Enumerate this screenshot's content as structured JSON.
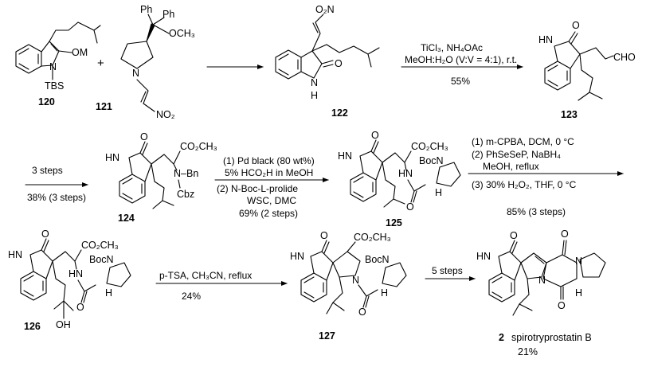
{
  "compounds": {
    "c120": {
      "number": "120",
      "om": "OM",
      "tbs": "TBS",
      "n": "N"
    },
    "c121": {
      "number": "121",
      "plus": "+",
      "ph1": "Ph",
      "ph2": "Ph",
      "och3": "OCH₃",
      "n": "N",
      "no2": "NO₂"
    },
    "c122": {
      "number": "122",
      "o2n": "O₂N",
      "o": "O",
      "n": "N",
      "h": "H"
    },
    "c123": {
      "number": "123",
      "hn": "HN",
      "o": "O",
      "cho": "CHO"
    },
    "c124": {
      "number": "124",
      "hn": "HN",
      "o": "O",
      "co2ch3": "CO₂CH₃",
      "nbn": "N–Bn",
      "cbz": "Cbz"
    },
    "c125": {
      "number": "125",
      "hn": "HN",
      "o": "O",
      "co2ch3": "CO₂CH₃",
      "boc": "BocN",
      "hn2": "HN",
      "o2": "O",
      "h": "H"
    },
    "c126": {
      "number": "126",
      "hn": "HN",
      "o": "O",
      "co2ch3": "CO₂CH₃",
      "boc": "BocN",
      "hn2": "HN",
      "o2": "O",
      "h": "H",
      "oh": "OH"
    },
    "c127": {
      "number": "127",
      "hn": "HN",
      "o": "O",
      "co2ch3": "CO₂CH₃",
      "boc": "BocN",
      "n": "N",
      "o2": "O",
      "h": "H"
    },
    "c2": {
      "number": "2",
      "name": "spirotryprostatin B",
      "yield": "21%",
      "hn": "HN",
      "o": "O",
      "n1": "N",
      "n2": "N",
      "o2": "O",
      "o3": "O",
      "h": "H"
    }
  },
  "reactions": {
    "r1": {
      "step": "",
      "yield": ""
    },
    "r2": {
      "line1": "TiCl₃, NH₄OAc",
      "line2": "MeOH:H₂O (V:V = 4:1), r.t.",
      "yield": "55%"
    },
    "r3": {
      "line1": "3 steps",
      "yield": "38% (3 steps)"
    },
    "r4": {
      "line1": "(1) Pd black (80 wt%)",
      "line2": "5% HCO₂H in MeOH",
      "line3": "(2) N-Boc-L-prolide",
      "line4": "WSC, DMC",
      "yield": "69% (2 steps)"
    },
    "r5": {
      "line1": "(1) m-CPBA, DCM, 0 °C",
      "line2": "(2) PhSeSeP, NaBH₄",
      "line3": "MeOH, reflux",
      "line4": "(3) 30% H₂O₂, THF, 0 °C",
      "yield": "85% (3 steps)"
    },
    "r6": {
      "line1": "p-TSA, CH₃CN, reflux",
      "yield": "24%"
    },
    "r7": {
      "line1": "5 steps"
    }
  }
}
